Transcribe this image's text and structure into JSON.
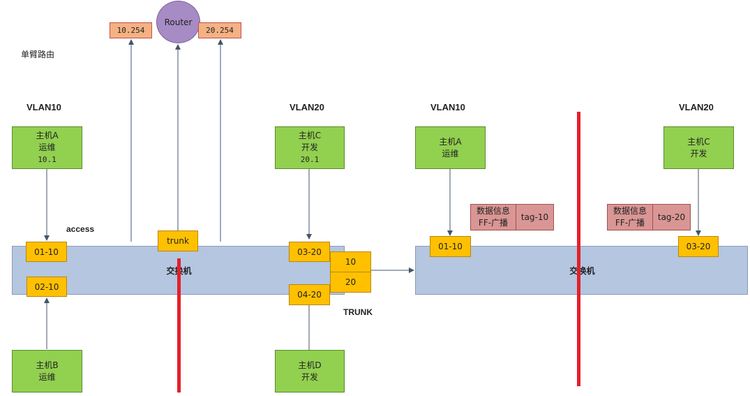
{
  "title": "单臂路由",
  "router": {
    "label": "Router",
    "ip_left": "10.254",
    "ip_right": "20.254"
  },
  "left": {
    "vlan10_label": "VLAN10",
    "vlan20_label": "VLAN20",
    "access_label": "access",
    "trunk_label": "TRUNK",
    "switch_label": "交换机",
    "host_a": {
      "line1": "主机A",
      "line2": "运维",
      "line3": "10.1"
    },
    "host_b": {
      "line1": "主机B",
      "line2": "运维"
    },
    "host_c": {
      "line1": "主机C",
      "line2": "开发",
      "line3": "20.1"
    },
    "host_d": {
      "line1": "主机D",
      "line2": "开发"
    },
    "ports": {
      "p01": "01-10",
      "p02": "02-10",
      "p03": "03-20",
      "p04": "04-20",
      "trunk": "trunk"
    },
    "trunk_stack": {
      "top": "10",
      "bottom": "20"
    }
  },
  "right": {
    "vlan10_label": "VLAN10",
    "vlan20_label": "VLAN20",
    "switch_label": "交换机",
    "host_a": {
      "line1": "主机A",
      "line2": "运维"
    },
    "host_c": {
      "line1": "主机C",
      "line2": "开发"
    },
    "ports": {
      "p01": "01-10",
      "p03": "03-20"
    },
    "frame1": {
      "line1": "数据信息",
      "line2": "FF-广播",
      "tag": "tag-10"
    },
    "frame2": {
      "line1": "数据信息",
      "line2": "FF-广播",
      "tag": "tag-20"
    }
  },
  "colors": {
    "host": "#92d050",
    "switch": "#b4c6e0",
    "port": "#ffc000",
    "ip": "#f4b183",
    "frame": "#d99694",
    "router": "#a78bc4",
    "divider": "#e3202a",
    "arrow": "#44546a"
  }
}
